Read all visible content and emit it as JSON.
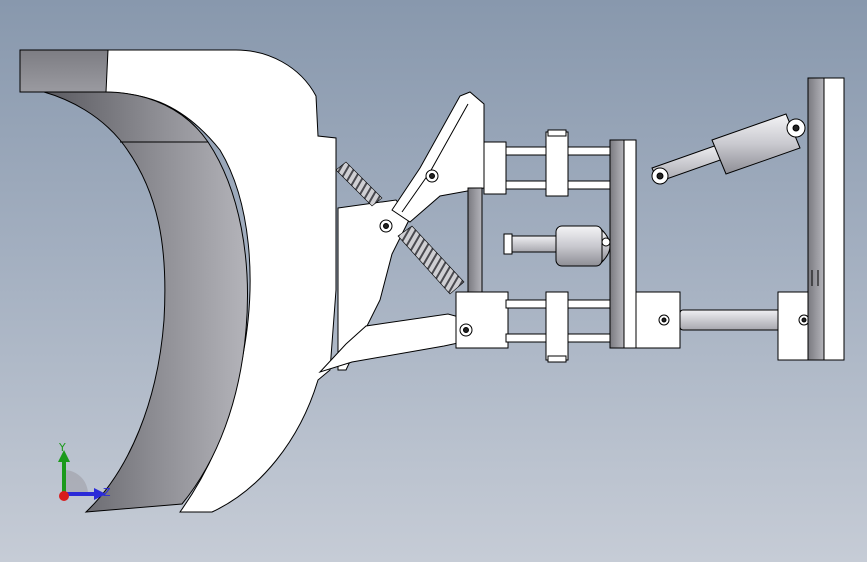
{
  "viewport": {
    "background_top": "#8898ad",
    "background_bottom": "#c6ccd6"
  },
  "model": {
    "description_icon": "snow-plow-assembly",
    "part_face_color": "#ffffff",
    "part_edge_color": "#000000",
    "shaded_face_color": "#8f8f95"
  },
  "triad": {
    "y_label": "Y",
    "z_label": "Z",
    "y_color": "#1b9a1b",
    "z_color": "#2a2ad8",
    "x_color": "#d81b1b"
  }
}
